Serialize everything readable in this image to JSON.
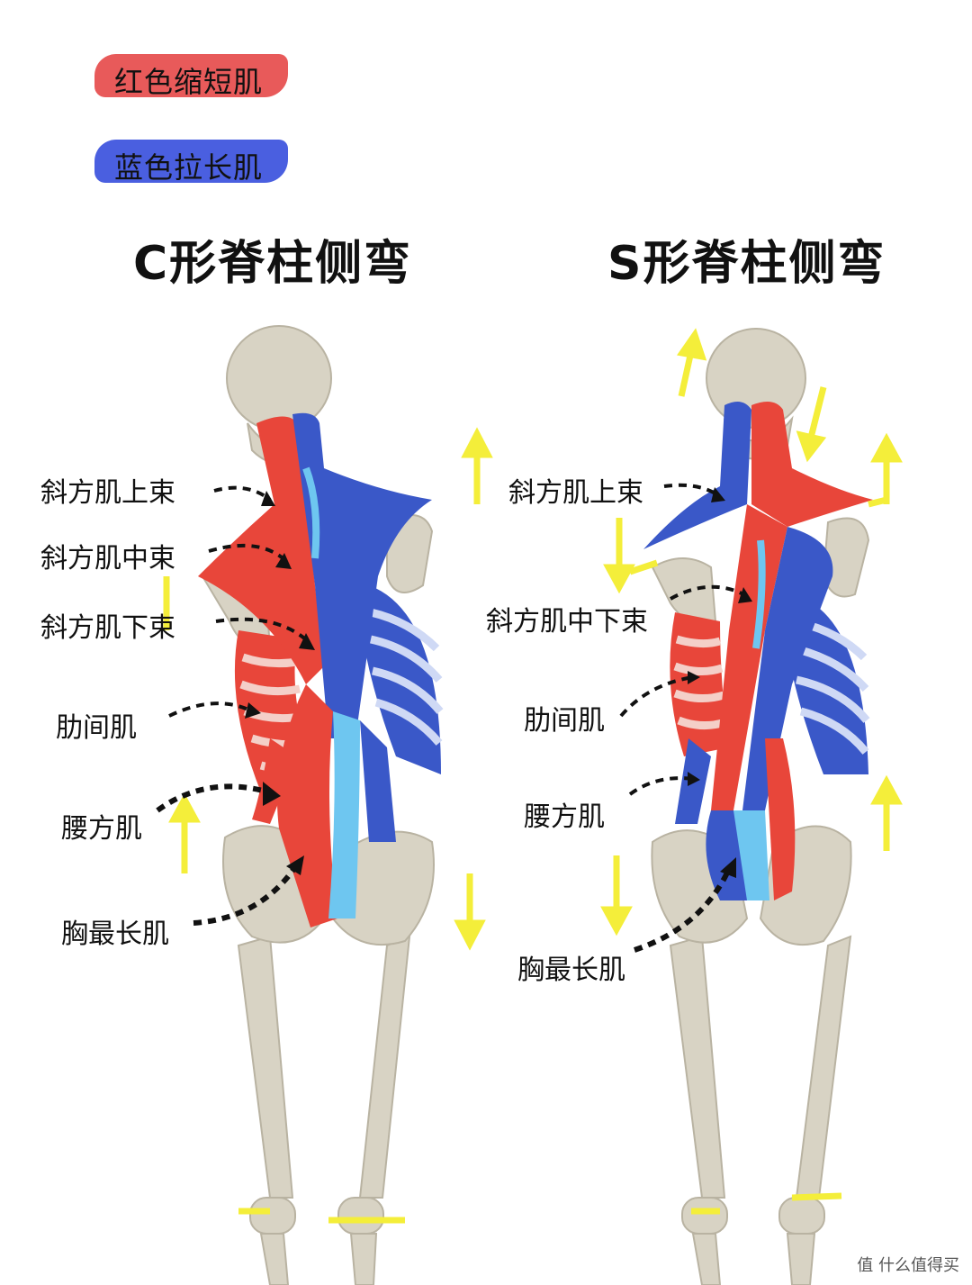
{
  "legend": [
    {
      "text": "红色缩短肌",
      "color": "#e85a5a"
    },
    {
      "text": "蓝色拉长肌",
      "color": "#4a5fe0"
    }
  ],
  "titles": {
    "left": "C形脊柱侧弯",
    "right": "S形脊柱侧弯"
  },
  "left_labels": [
    "斜方肌上束",
    "斜方肌中束",
    "斜方肌下束",
    "肋间肌",
    "腰方肌",
    "胸最长肌"
  ],
  "right_labels": [
    "斜方肌上束",
    "斜方肌中下束",
    "肋间肌",
    "腰方肌",
    "胸最长肌"
  ],
  "colors": {
    "short_muscle": "#e8463a",
    "long_muscle": "#3a58c8",
    "light_blue": "#6ec6f0",
    "bone": "#d8d3c4",
    "arrow": "#f4ee3a"
  },
  "watermark": "值 什么值得买"
}
